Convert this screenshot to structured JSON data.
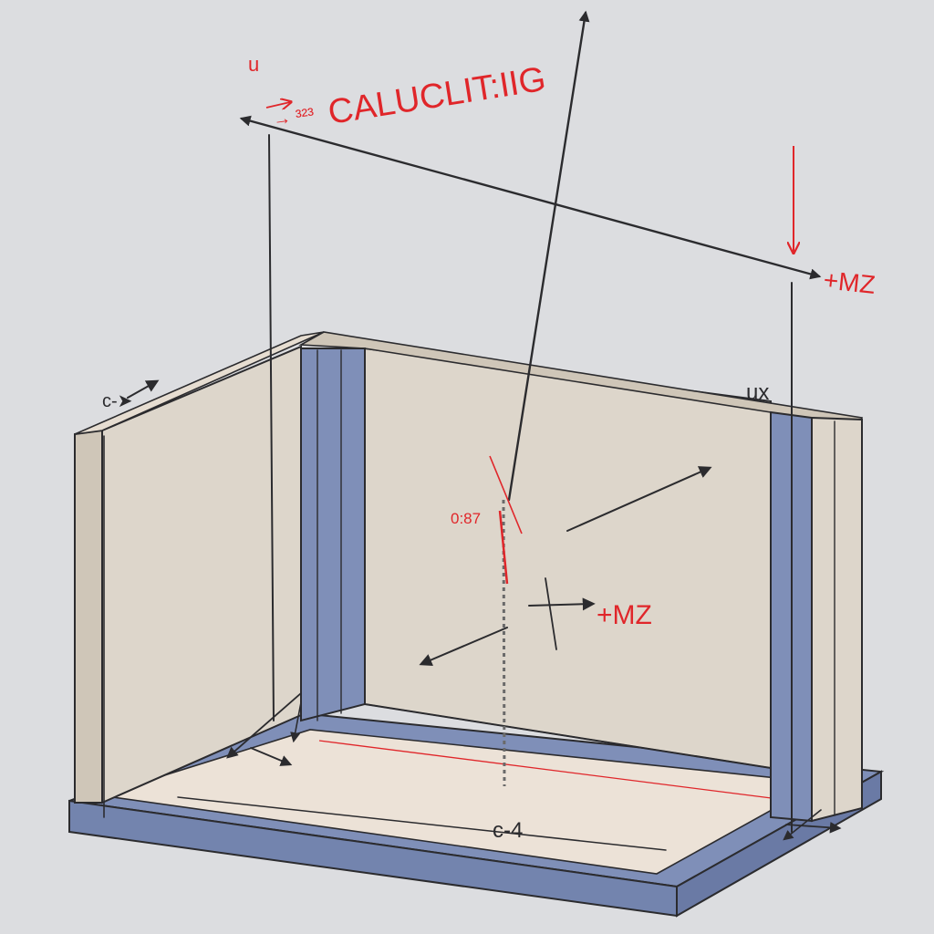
{
  "labels": {
    "title": "CALUCLIT:IIG",
    "title_prefix": "→ ³²³",
    "top_mark": "u",
    "right_top": "+MZ",
    "center_right": "+MZ",
    "center_red": "0:87",
    "left_wall": "c-➤",
    "right_corner": "ux",
    "floor": "c-4"
  },
  "colors": {
    "background": "#dcdde0",
    "wall": "#ddd6cb",
    "wall_shadow": "#cfc6b8",
    "frame_blue": "#7f8fb8",
    "floor": "#ece2d7",
    "ink": "#2b2b2e",
    "red": "#e0262a"
  }
}
